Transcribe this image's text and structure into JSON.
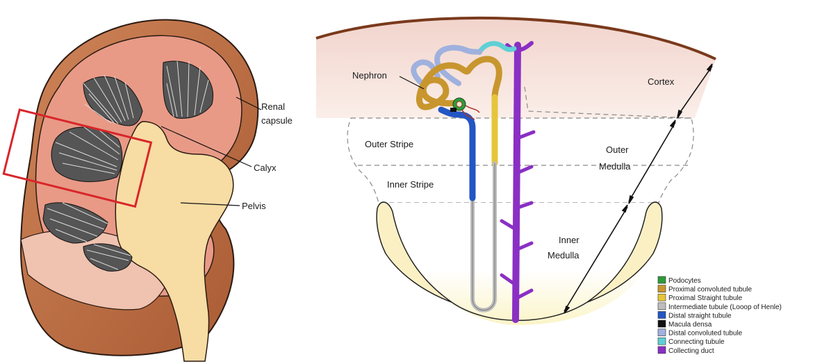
{
  "kidney": {
    "labels": {
      "renal_capsule_line1": "Renal",
      "renal_capsule_line2": "capsule",
      "calyx": "Calyx",
      "pelvis": "Pelvis"
    }
  },
  "nephron_section": {
    "labels": {
      "nephron": "Nephron",
      "cortex": "Cortex",
      "outer_stripe": "Outer Stripe",
      "inner_stripe": "Inner Stripe",
      "outer_medulla_line1": "Outer",
      "outer_medulla_line2": "Medulla",
      "inner_medulla_line1": "Inner",
      "inner_medulla_line2": "Medulla"
    }
  },
  "legend": {
    "items": [
      {
        "label": "Podocytes",
        "color": "#2e9a3c"
      },
      {
        "label": "Proximal convoluted tubule",
        "color": "#c8962e"
      },
      {
        "label": "Proximal Straight tubule",
        "color": "#e6c53a"
      },
      {
        "label": "Intermediate tubule (Looop of Henle)",
        "color": "#bdbdbd"
      },
      {
        "label": "Distal straight tubule",
        "color": "#2356c4"
      },
      {
        "label": "Macula densa",
        "color": "#111111"
      },
      {
        "label": "Distal convoluted tubule",
        "color": "#9fb1de"
      },
      {
        "label": "Connecting tubule",
        "color": "#5fd0d6"
      },
      {
        "label": "Collecting duct",
        "color": "#8a2fc4"
      }
    ]
  }
}
